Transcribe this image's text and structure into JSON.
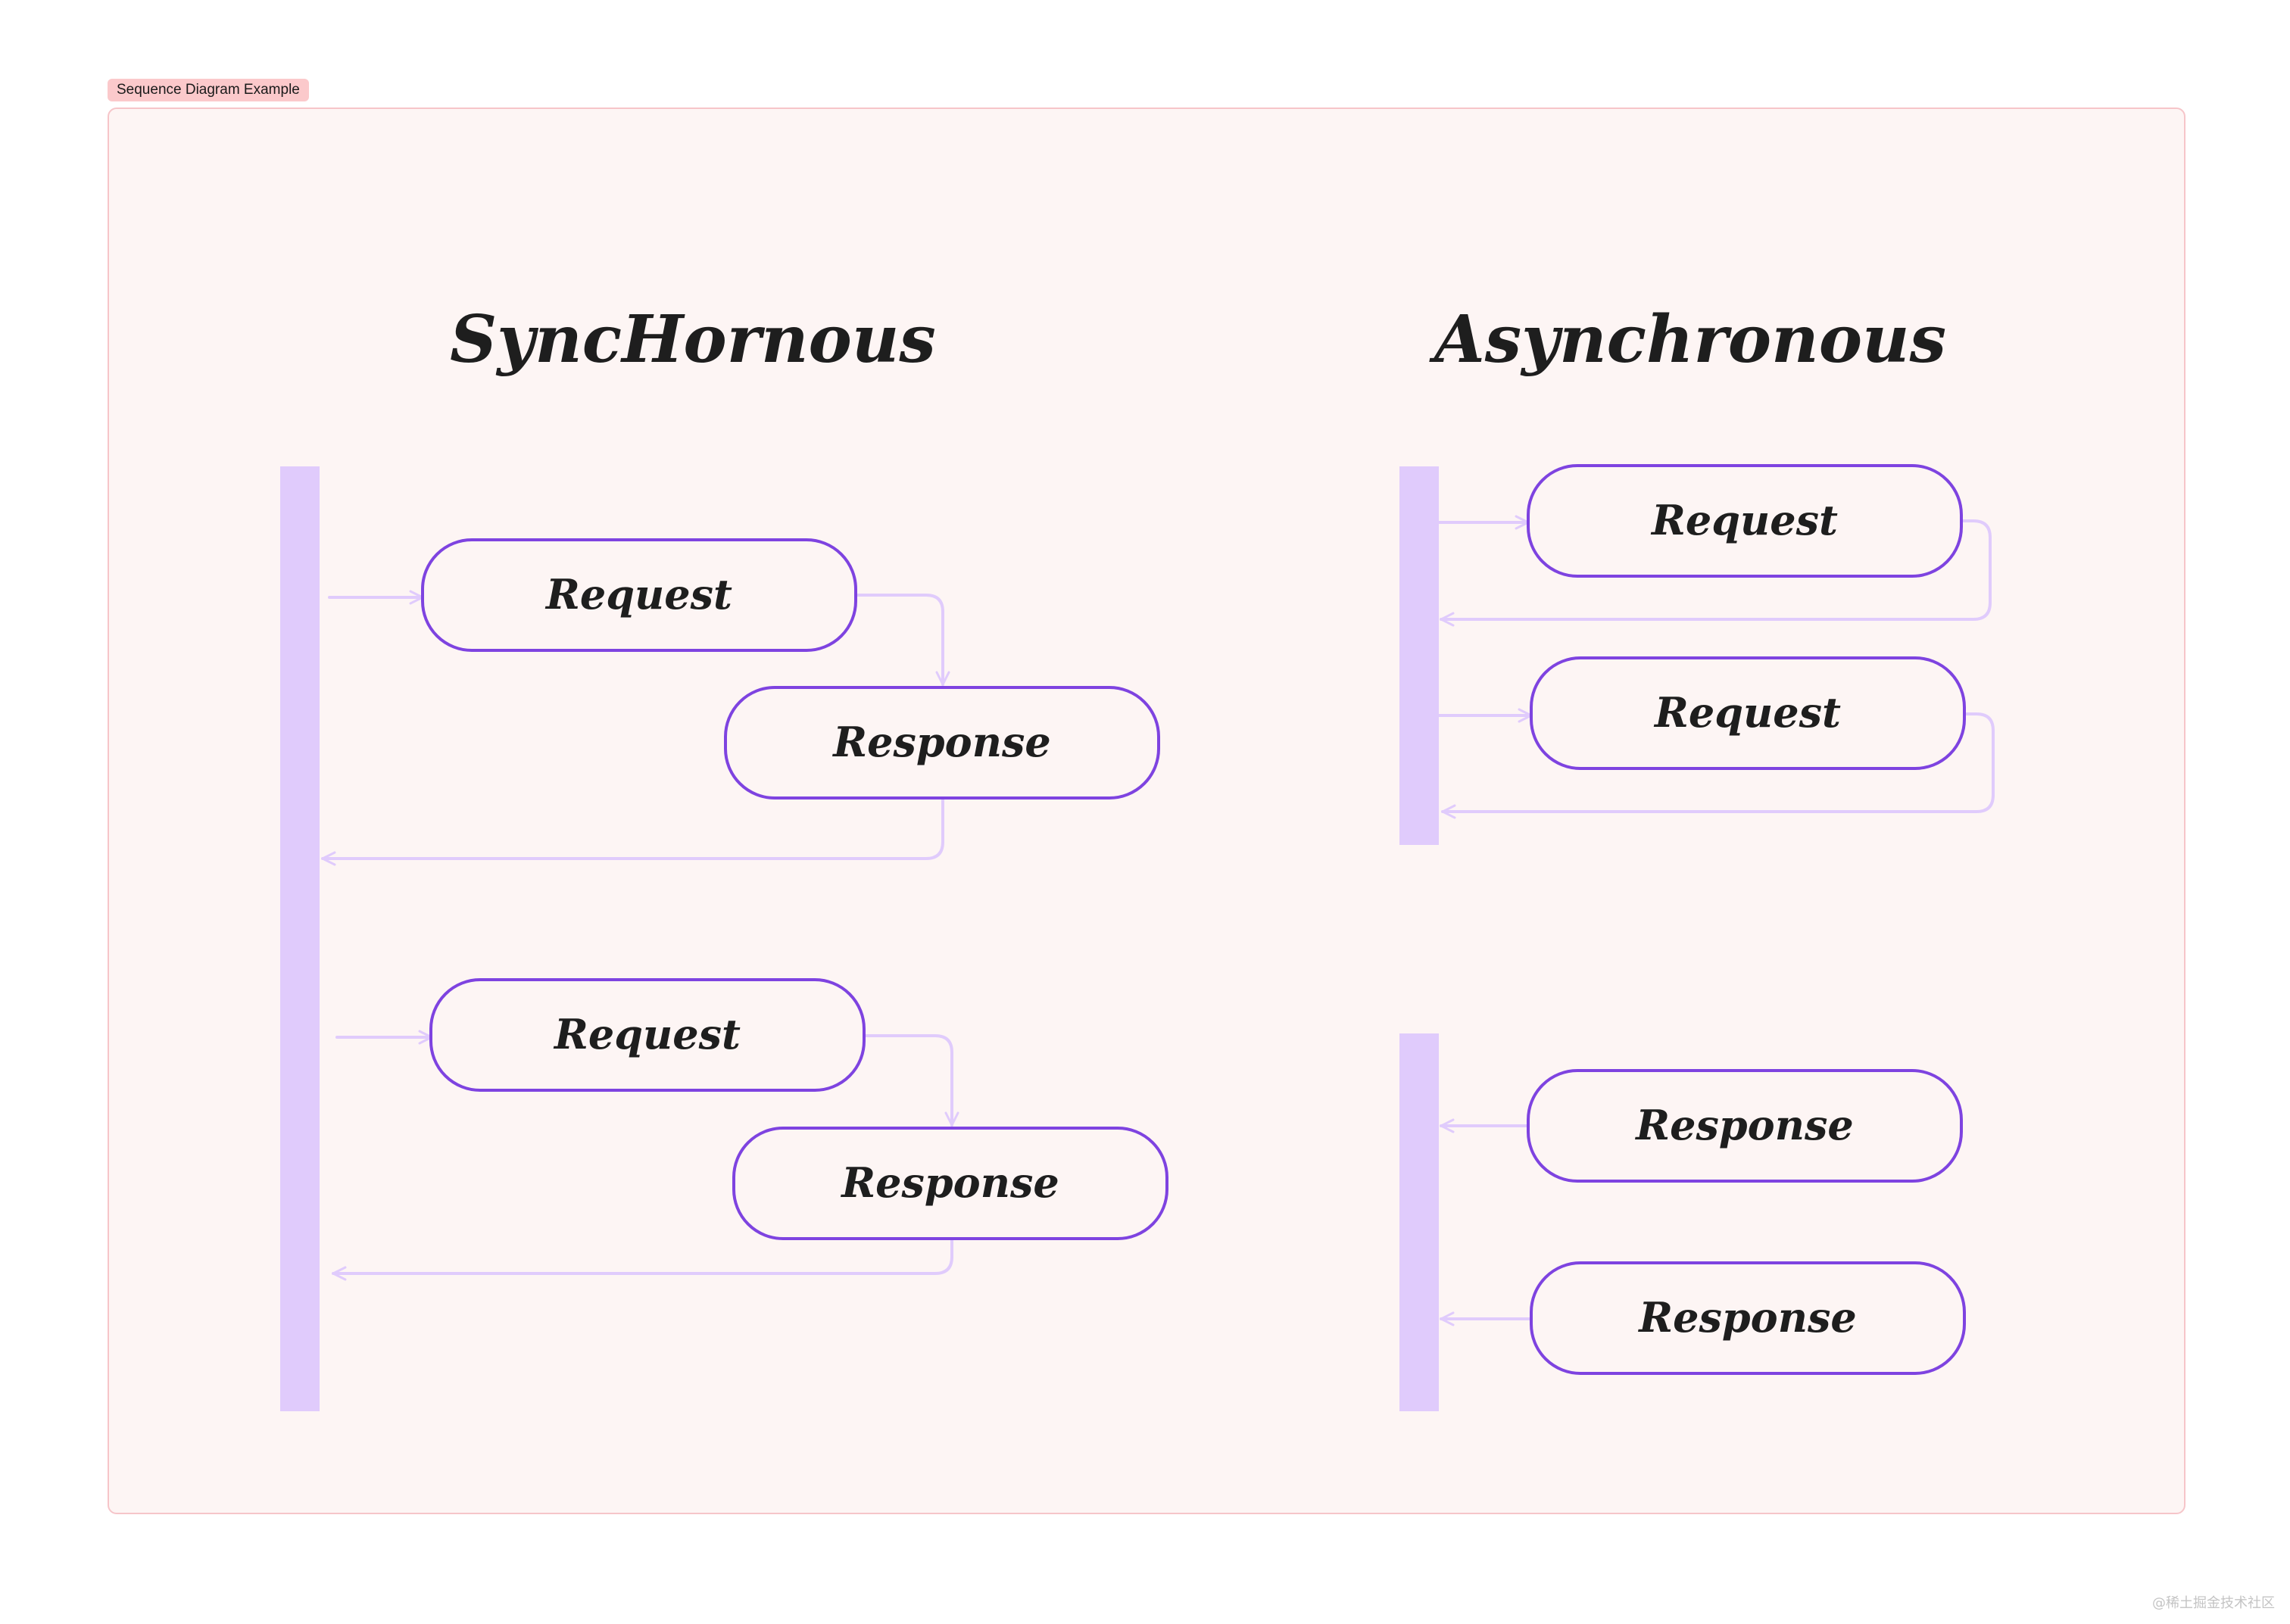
{
  "frame": {
    "label": "Sequence Diagram Example"
  },
  "sync": {
    "title": "SyncHornous",
    "cycles": [
      {
        "request": "Request",
        "response": "Response"
      },
      {
        "request": "Request",
        "response": "Response"
      }
    ]
  },
  "async": {
    "title": "Asynchronous",
    "requests": [
      "Request",
      "Request"
    ],
    "responses": [
      "Response",
      "Response"
    ]
  },
  "watermark": "@稀土掘金技术社区",
  "colors": {
    "frame_bg": "#fdf5f4",
    "frame_border": "#f6c5c9",
    "tag_bg": "#fbc9cb",
    "tag_text": "#1a1a1a",
    "lifeline": "#e0cbfc",
    "box_border": "#7e43e0",
    "box_fill": "#fdf5f4",
    "arrow": "#e0cbfc",
    "text": "#1e1e1e"
  }
}
